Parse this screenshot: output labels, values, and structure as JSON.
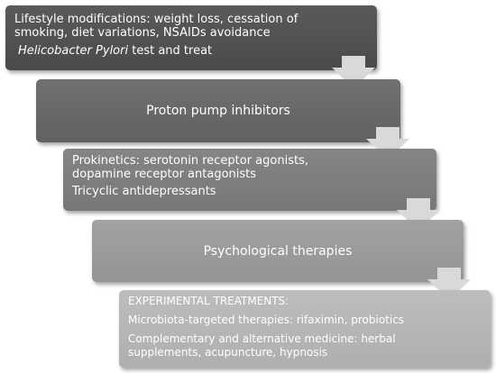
{
  "steps": [
    {
      "lines": [
        "Lifestyle modifications: weight loss, cessation of",
        "smoking, diet variations, NSAIDs avoidance"
      ],
      "test_italic": "Helicobacter Pylori",
      "test_rest": " test and treat"
    },
    {
      "label": "Proton pump inhibitors"
    },
    {
      "lines": [
        "Prokinetics: serotonin receptor agonists,",
        "dopamine receptor antagonists",
        "Tricyclic antidepressants"
      ]
    },
    {
      "label": "Psychological therapies"
    },
    {
      "lines": [
        "EXPERIMENTAL TREATMENTS:",
        "Microbiota-targeted therapies: rifaximin, probiotics",
        "Complementary and alternative medicine: herbal",
        "supplements, acupuncture, hypnosis"
      ]
    }
  ],
  "colors": {
    "step1": "#555555",
    "step2": "#6b6b6b",
    "step3": "#808080",
    "step4": "#9c9c9c",
    "step5": "#b8b8b8",
    "arrow": "#d9d9d9",
    "text": "#ffffff"
  }
}
